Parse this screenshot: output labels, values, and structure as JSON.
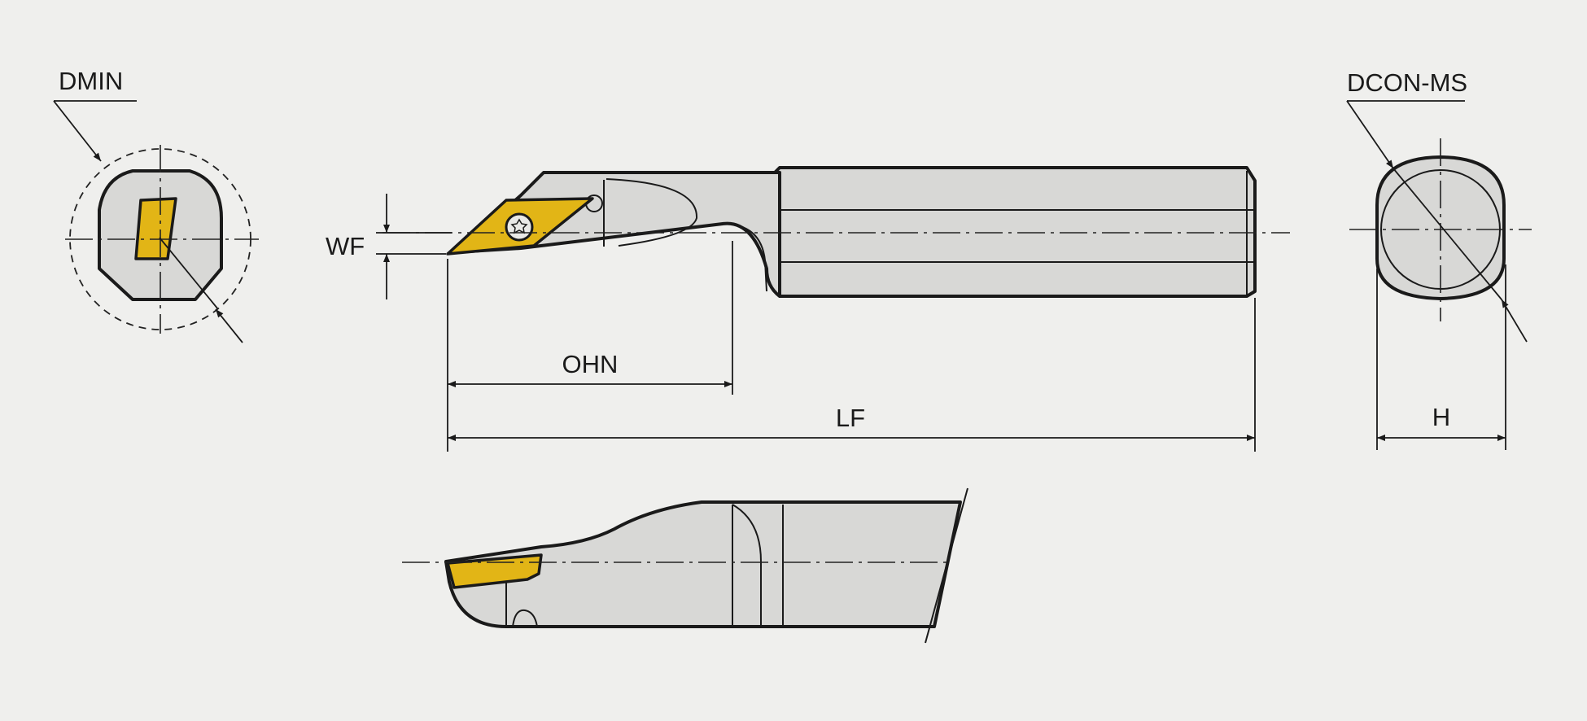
{
  "labels": {
    "dmin": "DMIN",
    "dcon_ms": "DCON-MS",
    "wf": "WF",
    "ohn": "OHN",
    "lf": "LF",
    "h": "H"
  },
  "colors": {
    "background": "#efefed",
    "body": "#d8d8d6",
    "insert": "#e2b516",
    "line": "#1a1a1a"
  }
}
